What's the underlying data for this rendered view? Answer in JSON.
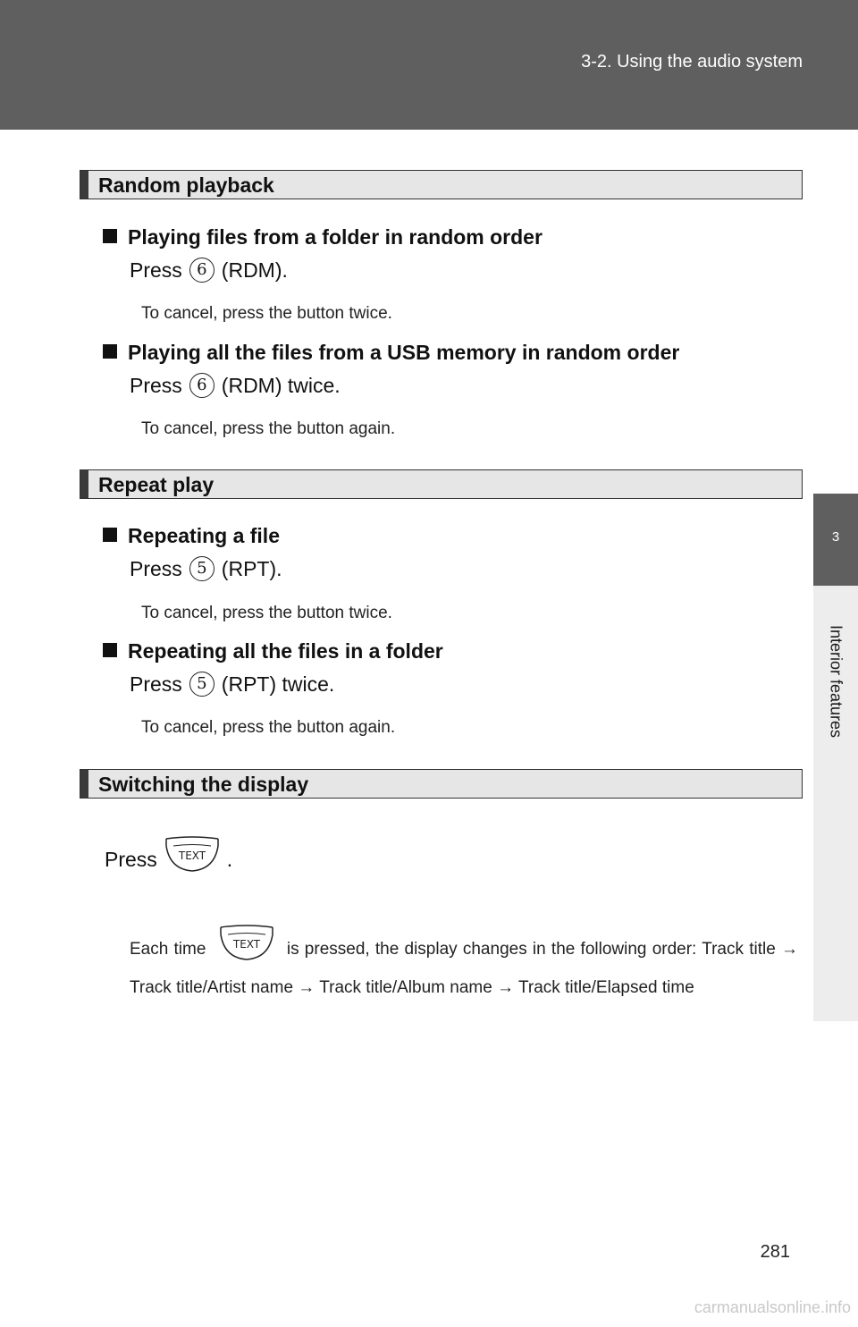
{
  "header": {
    "section": "3-2. Using the audio system"
  },
  "side_tab": {
    "number": "3",
    "label": "Interior features"
  },
  "sections": {
    "random": {
      "title": "Random playback",
      "item1": {
        "heading": "Playing files from a folder in random order",
        "press": "Press",
        "button": "6",
        "suffix": "(RDM).",
        "note": "To cancel, press the button twice."
      },
      "item2": {
        "heading": "Playing all the files from a USB memory in random order",
        "press": "Press",
        "button": "6",
        "suffix": "(RDM) twice.",
        "note": "To cancel, press the button again."
      }
    },
    "repeat": {
      "title": "Repeat play",
      "item1": {
        "heading": "Repeating a file",
        "press": "Press",
        "button": "5",
        "suffix": "(RPT).",
        "note": "To cancel, press the button twice."
      },
      "item2": {
        "heading": "Repeating all the files in a folder",
        "press": "Press",
        "button": "5",
        "suffix": "(RPT) twice.",
        "note": "To cancel, press the button again."
      }
    },
    "display": {
      "title": "Switching the display",
      "press": "Press",
      "button_label": "TEXT",
      "suffix": ".",
      "para_pre": "Each time",
      "para_post": "is pressed, the display changes in the following order: Track title → Track title/Artist name → Track title/Album name → Track title/Elapsed time"
    }
  },
  "page_number": "281",
  "watermark": "carmanualsonline.info"
}
